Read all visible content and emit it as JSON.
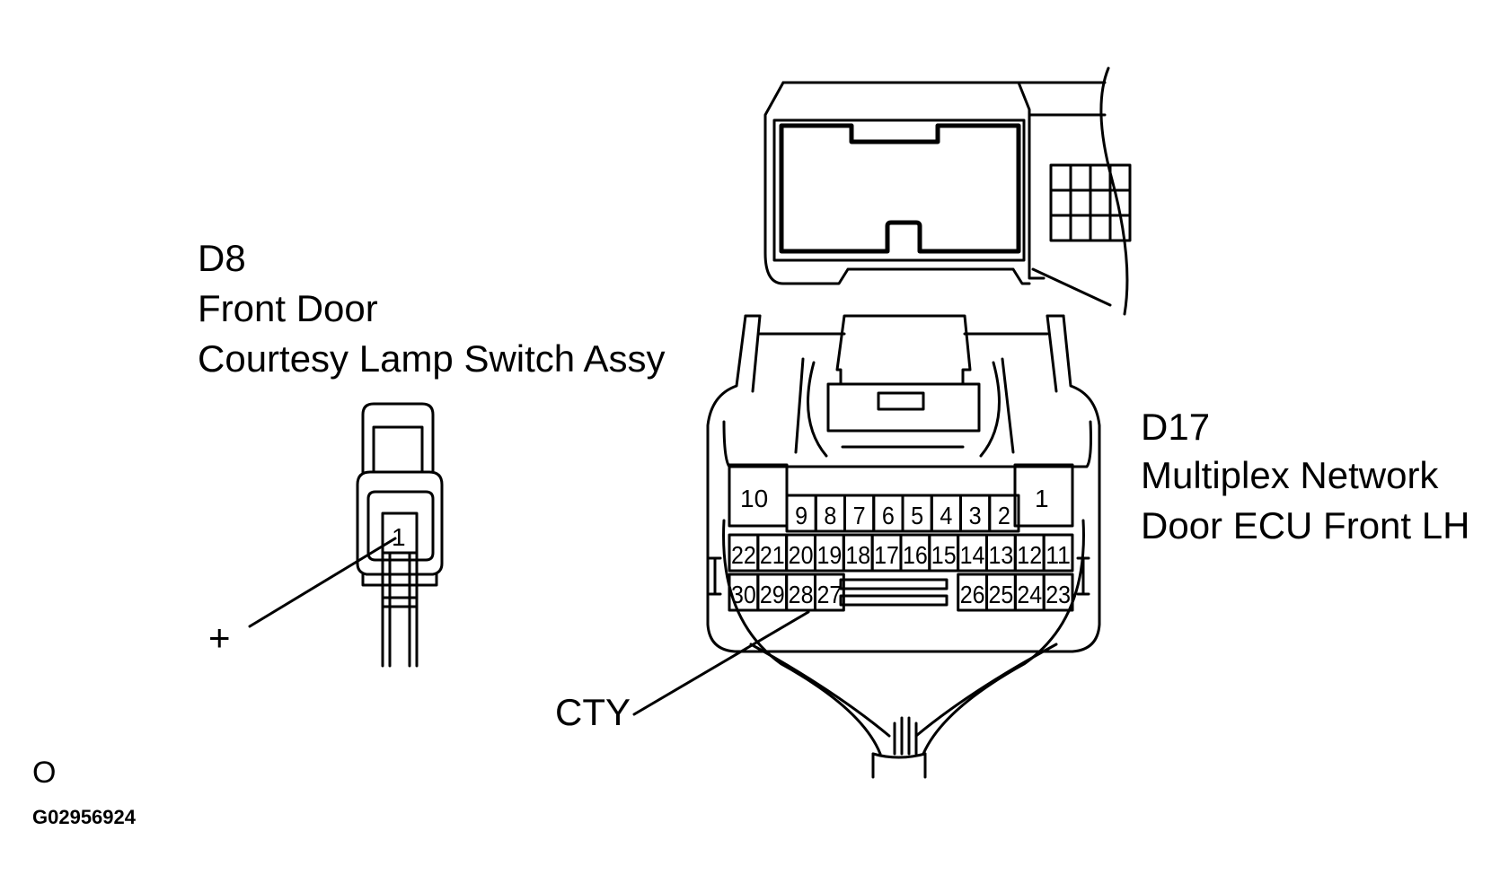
{
  "d8": {
    "code": "D8",
    "line1": "Front Door",
    "line2": "Courtesy Lamp Switch Assy",
    "pin": "1",
    "terminal_label": "+"
  },
  "d17": {
    "code": "D17",
    "line1": "Multiplex Network",
    "line2": "Door ECU Front LH",
    "pin_10": "10",
    "pin_1": "1",
    "row1": [
      "9",
      "8",
      "7",
      "6",
      "5",
      "4",
      "3",
      "2"
    ],
    "row2": [
      "22",
      "21",
      "20",
      "19",
      "18",
      "17",
      "16",
      "15",
      "14",
      "13",
      "12",
      "11"
    ],
    "row3_left": [
      "30",
      "29",
      "28",
      "27"
    ],
    "row3_right": [
      "26",
      "25",
      "24",
      "23"
    ],
    "terminal_label": "CTY"
  },
  "footer": {
    "mark": "O",
    "figure_id": "G02956924"
  }
}
